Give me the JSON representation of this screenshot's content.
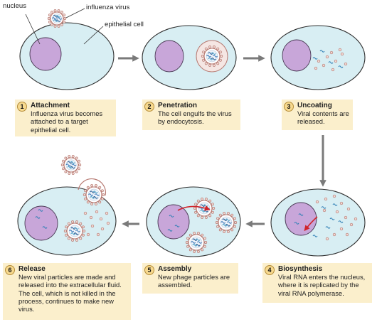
{
  "labels": {
    "nucleus": "nucleus",
    "influenza_virus": "influenza virus",
    "epithelial_cell": "epithelial cell"
  },
  "steps": [
    {
      "number": "1",
      "title": "Attachment",
      "description": "Influenza virus becomes attached to a target epithelial cell."
    },
    {
      "number": "2",
      "title": "Penetration",
      "description": "The cell engulfs the virus by endocytosis."
    },
    {
      "number": "3",
      "title": "Uncoating",
      "description": "Viral contents are released."
    },
    {
      "number": "4",
      "title": "Biosynthesis",
      "description": "Viral RNA enters the nucleus, where it is replicated by the viral RNA polymerase."
    },
    {
      "number": "5",
      "title": "Assembly",
      "description": "New phage particles are assembled."
    },
    {
      "number": "6",
      "title": "Release",
      "description": "New viral particles are made and released into the extracellular fluid. The cell, which is not killed in the process, continues to make new virus."
    }
  ],
  "colors": {
    "cell_fill": "#d8eef3",
    "cell_stroke": "#2f2f2f",
    "nucleus_fill": "#c8a6d9",
    "virus_spike": "#b77a72",
    "flow_arrow": "#7a7a7a",
    "rna_arrow": "#d0242a",
    "box_fill": "#fbefcc"
  }
}
